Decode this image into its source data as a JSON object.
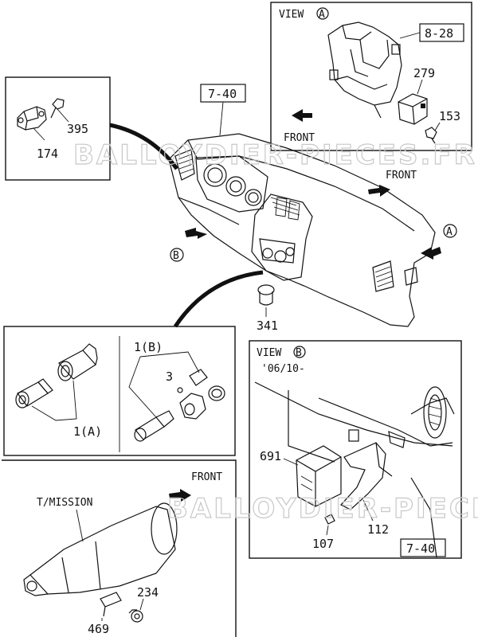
{
  "labels": {
    "view_a": "VIEW",
    "view_a_mark": "A",
    "view_a_ref": "8-28",
    "view_a_279": "279",
    "view_a_153": "153",
    "view_a_front": "FRONT",
    "topleft_395": "395",
    "topleft_174": "174",
    "dash_ref": "7-40",
    "front_mid": "FRONT",
    "circle_a": "A",
    "circle_b": "B",
    "part_341": "341",
    "part_1b": "1(B)",
    "part_3": "3",
    "part_1a": "1(A)",
    "view_b": "VIEW",
    "view_b_mark": "B",
    "view_b_date": "'06/10-",
    "view_b_691": "691",
    "view_b_107": "107",
    "view_b_112": "112",
    "view_b_ref": "7-40",
    "front_bottom": "FRONT",
    "tmission": "T/MISSION",
    "part_234": "234",
    "part_469": "469"
  },
  "watermark": "BALLOYDIER-PIECES.FR",
  "watermark_2": "BALLOYDIER-PIECES.FR"
}
